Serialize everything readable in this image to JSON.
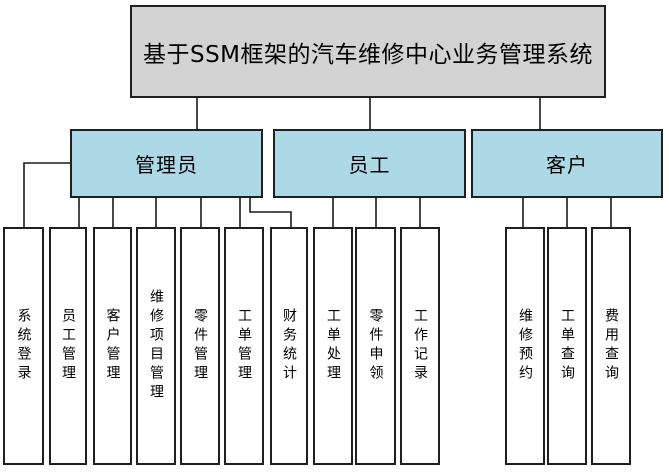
{
  "diagram": {
    "title": "基于SSM框架的汽车维修中心业务管理系统",
    "colors": {
      "title_fill": "#d3d3d3",
      "branch_fill": "#add8e6",
      "leaf_fill": "#ffffff",
      "border": "#1f1f1f",
      "connector": "#1a1a1a"
    },
    "branches": [
      {
        "label": "管理员",
        "children": [
          "系统登录",
          "员工管理",
          "客户管理",
          "维修项目管理",
          "零件管理",
          "工单管理",
          "财务统计"
        ]
      },
      {
        "label": "员工",
        "children": [
          "工单处理",
          "零件申领",
          "工作记录"
        ]
      },
      {
        "label": "客户",
        "children": [
          "维修预约",
          "工单查询",
          "费用查询"
        ]
      }
    ]
  }
}
